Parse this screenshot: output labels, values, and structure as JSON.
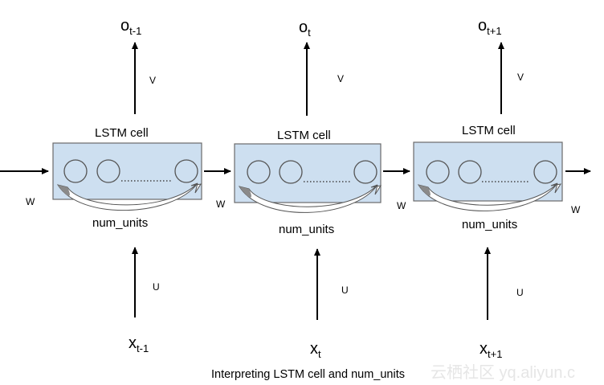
{
  "cells": [
    {
      "out_main": "o",
      "out_sub": "t-1",
      "v_label": "V",
      "cell_label": "LSTM cell",
      "units_label": "num_units",
      "u_label": "U",
      "in_main": "x",
      "in_sub": "t-1",
      "w_left": "W"
    },
    {
      "out_main": "o",
      "out_sub": "t",
      "v_label": "V",
      "cell_label": "LSTM cell",
      "units_label": "num_units",
      "u_label": "U",
      "in_main": "x",
      "in_sub": "t",
      "w_left": "W"
    },
    {
      "out_main": "o",
      "out_sub": "t+1",
      "v_label": "V",
      "cell_label": "LSTM cell",
      "units_label": "num_units",
      "u_label": "U",
      "in_main": "x",
      "in_sub": "t+1",
      "w_left": "W"
    }
  ],
  "w_right": "W",
  "caption": "Interpreting LSTM cell and num_units",
  "watermark": "云栖社区 yq.aliyun.c",
  "colors": {
    "cell_fill": "#cddff0",
    "cell_stroke": "#6a6a6a",
    "arrow": "#000000"
  }
}
